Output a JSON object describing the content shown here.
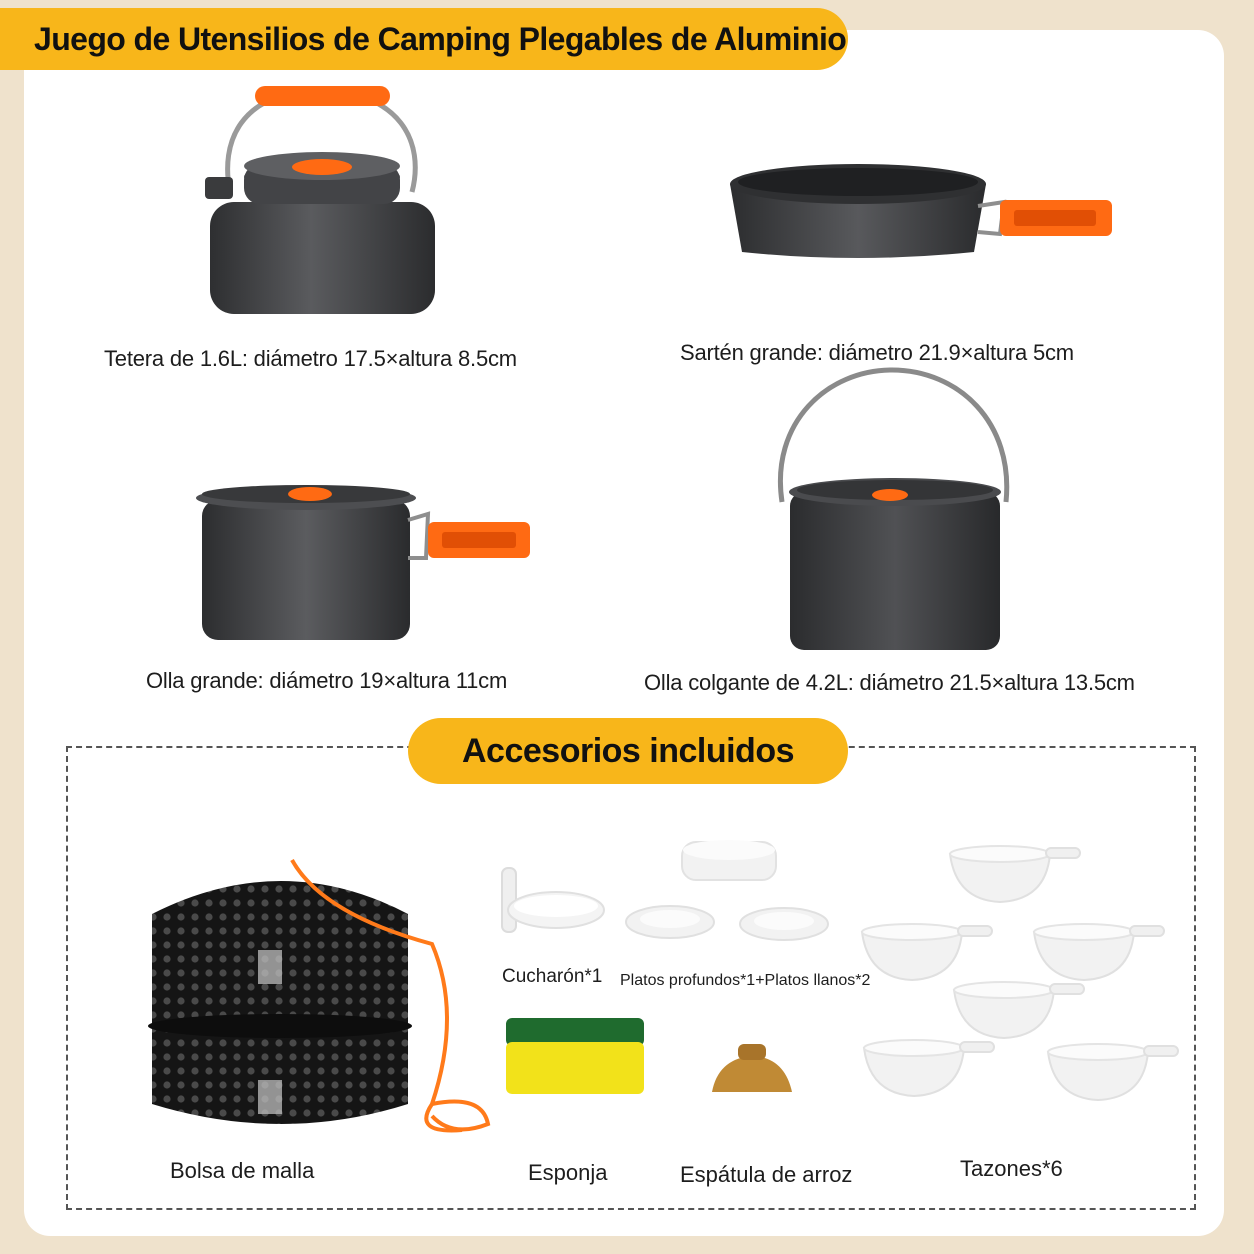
{
  "title": "Juego de Utensilios de Camping Plegables de Aluminio",
  "products": [
    {
      "id": "kettle",
      "caption": "Tetera de 1.6L: diámetro 17.5×altura 8.5cm"
    },
    {
      "id": "pan",
      "caption": "Sartén grande: diámetro 21.9×altura 5cm"
    },
    {
      "id": "pot",
      "caption": "Olla grande: diámetro 19×altura 11cm"
    },
    {
      "id": "hanging-pot",
      "caption": "Olla colgante de 4.2L: diámetro 21.5×altura 13.5cm"
    }
  ],
  "accessories": {
    "title": "Accesorios incluidos",
    "items": [
      {
        "id": "bag",
        "label": "Bolsa de malla"
      },
      {
        "id": "ladle",
        "label": "Cucharón*1"
      },
      {
        "id": "plates",
        "label": "Platos profundos*1+Platos llanos*2"
      },
      {
        "id": "sponge",
        "label": "Esponja"
      },
      {
        "id": "spatula",
        "label": "Espátula de arroz"
      },
      {
        "id": "bowls",
        "label": "Tazones*6"
      }
    ]
  },
  "colors": {
    "banner": "#f8b61a",
    "handle": "#ff6a13",
    "cookware": "#3b3c3e",
    "background": "#efe2cc"
  }
}
